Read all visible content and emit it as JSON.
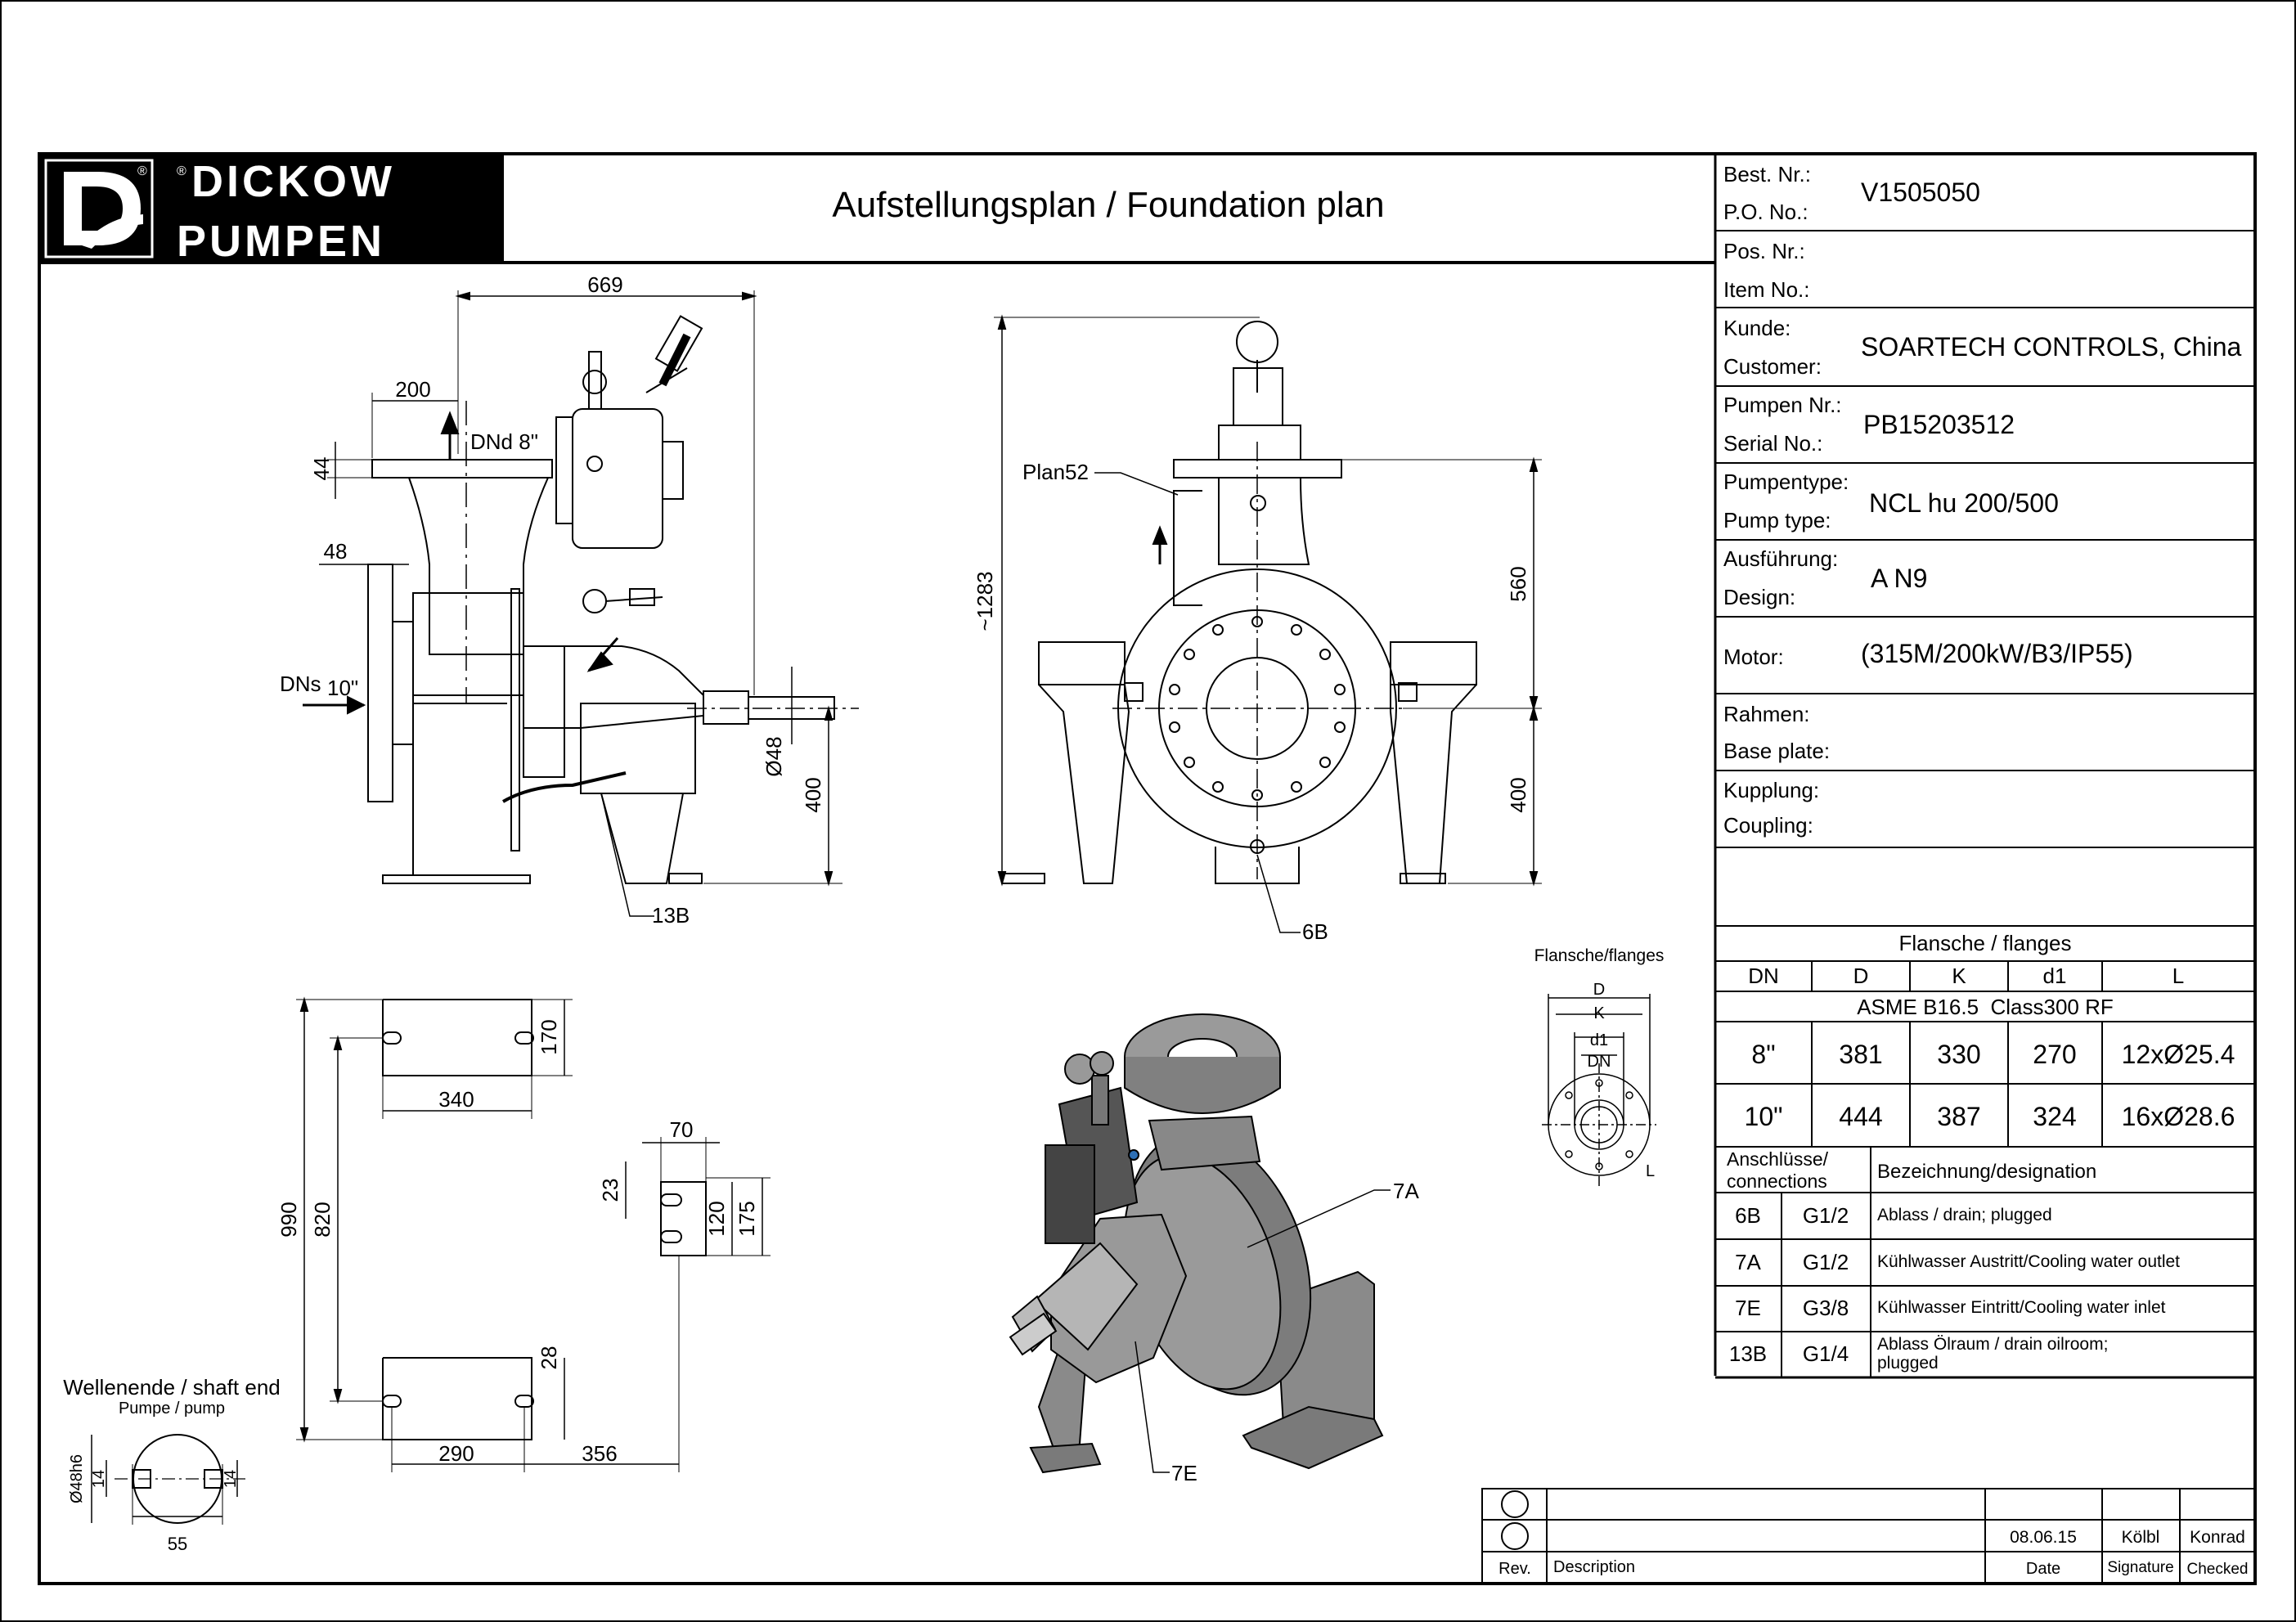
{
  "logo": {
    "line1": "DICKOW",
    "line2": "PUMPEN",
    "reg": "®"
  },
  "title": "Aufstellungsplan / Foundation plan",
  "order": {
    "best_nr_label": "Best. Nr.:",
    "po_no_label": "P.O. No.:",
    "po_no_value": "V1505050",
    "pos_nr_label": "Pos. Nr.:",
    "item_no_label": "Item No.:",
    "kunde_label": "Kunde:",
    "customer_label": "Customer:",
    "customer_value": "SOARTECH CONTROLS, China",
    "pumpen_nr_label": "Pumpen Nr.:",
    "serial_no_label": "Serial No.:",
    "serial_value": "PB15203512",
    "pumpentype_label": "Pumpentype:",
    "pump_type_label": "Pump type:",
    "pump_type_value": "NCL hu 200/500",
    "ausfuehrung_label": "Ausführung:",
    "design_label": "Design:",
    "design_value": "A N9",
    "motor_label": "Motor:",
    "motor_value": "(315M/200kW/B3/IP55)",
    "rahmen_label": "Rahmen:",
    "base_plate_label": "Base plate:",
    "kupplung_label": "Kupplung:",
    "coupling_label": "Coupling:"
  },
  "flanges": {
    "title": "Flansche / flanges",
    "headers": [
      "DN",
      "D",
      "K",
      "d1",
      "L"
    ],
    "standard": "ASME B16.5  Class300 RF",
    "rows": [
      [
        "8\"",
        "381",
        "330",
        "270",
        "12xØ25.4"
      ],
      [
        "10\"",
        "444",
        "387",
        "324",
        "16xØ28.6"
      ]
    ]
  },
  "connections": {
    "header_left1": "Anschlüsse/",
    "header_left2": "connections",
    "header_right": "Bezeichnung/designation",
    "rows": [
      {
        "id": "6B",
        "size": "G1/2",
        "desc": "Ablass / drain; plugged"
      },
      {
        "id": "7A",
        "size": "G1/2",
        "desc": "Kühlwasser Austritt/Cooling water outlet"
      },
      {
        "id": "7E",
        "size": "G3/8",
        "desc": "Kühlwasser Eintritt/Cooling water inlet"
      },
      {
        "id": "13B",
        "size": "G1/4",
        "desc1": "Ablass Ölraum / drain oilroom;",
        "desc2": "plugged"
      }
    ]
  },
  "revision": {
    "date": "08.06.15",
    "signature": "Kölbl",
    "checked": "Konrad",
    "rev_label": "Rev.",
    "description_label": "Description",
    "date_label": "Date",
    "signature_label": "Signature",
    "checked_label": "Checked"
  },
  "side_view": {
    "dim_669": "669",
    "dim_200": "200",
    "dim_44": "44",
    "dim_48": "48",
    "dn_d": "DNd 8\"",
    "dn_s": "DNs",
    "dn_s_size": "10\"",
    "shaft_dia": "Ø48",
    "dim_400": "400",
    "callout": "13B"
  },
  "front_view": {
    "plan": "Plan52",
    "dim_1283": "~1283",
    "dim_560": "560",
    "dim_400": "400",
    "callout": "6B"
  },
  "base_plan": {
    "dim_170": "170",
    "dim_340": "340",
    "dim_990": "990",
    "dim_820": "820",
    "dim_28": "28",
    "dim_290": "290",
    "dim_356": "356",
    "dim_70": "70",
    "dim_23": "23",
    "dim_120": "120",
    "dim_175": "175"
  },
  "shaft_end": {
    "title": "Wellenende / shaft end",
    "subtitle": "Pumpe / pump",
    "dia": "Ø48h6",
    "key": "14",
    "key2": "14",
    "len": "55"
  },
  "flange_sketch": {
    "title": "Flansche/flanges",
    "d": "D",
    "k": "K",
    "d1": "d1",
    "dn": "DN",
    "l": "L"
  },
  "iso_view": {
    "callout_7a": "7A",
    "callout_7e": "7E"
  }
}
